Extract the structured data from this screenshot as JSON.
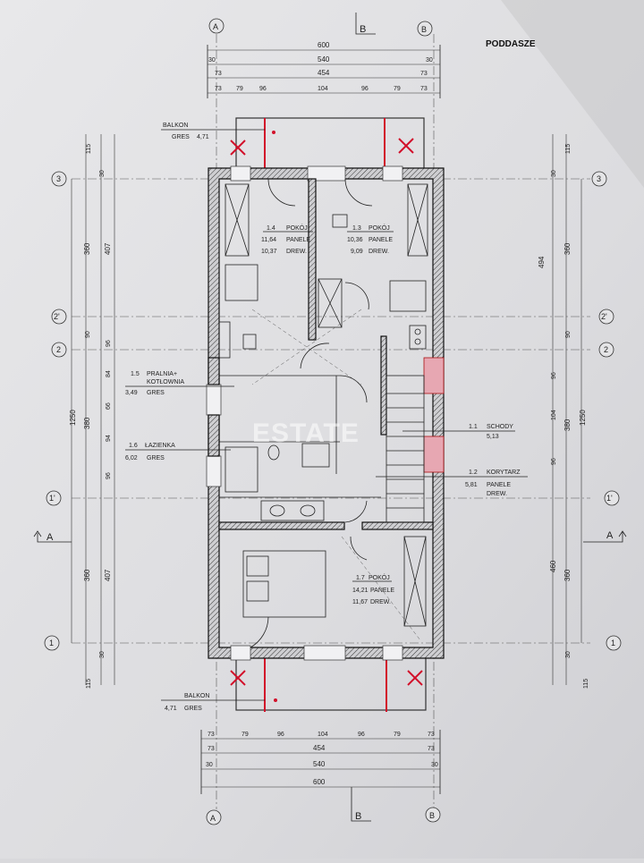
{
  "sheet_title": "PODDASZE",
  "watermark": "ESTATE",
  "axes": {
    "vertical": [
      "A",
      "B"
    ],
    "horizontal": [
      "3",
      "2'",
      "2",
      "1'",
      "1"
    ]
  },
  "sections": {
    "b_marker": "B",
    "a_marker": "A"
  },
  "dims_top": {
    "total": "600",
    "inner": "540",
    "inner_left": "30",
    "inner_right": "30",
    "clear": "454",
    "clear_left": "73",
    "clear_right": "73",
    "segments": [
      "73",
      "79",
      "96",
      "104",
      "96",
      "79",
      "73"
    ]
  },
  "dims_bottom": {
    "segments": [
      "73",
      "79",
      "96",
      "104",
      "96",
      "79",
      "73"
    ],
    "clear": "454",
    "clear_left": "73",
    "clear_right": "73",
    "inner": "540",
    "inner_left": "30",
    "inner_right": "30",
    "total": "600"
  },
  "dims_left": {
    "top_ext": "115",
    "w30_top": "30",
    "d360_top": "360",
    "d407_top": "407",
    "d90": "90",
    "d96_a": "96",
    "d84": "84",
    "d66": "66",
    "d380": "380",
    "d94": "94",
    "d96_b": "96",
    "d360_bot": "360",
    "d407_bot": "407",
    "w30_bot": "30",
    "bot_ext": "115",
    "total": "1250"
  },
  "dims_right": {
    "top_ext": "115",
    "w30_top": "30",
    "d360_top": "360",
    "d494": "494",
    "d90": "90",
    "d96_a": "96",
    "d104": "104",
    "d380": "380",
    "d96_b": "96",
    "d460": "460",
    "d360_bot": "360",
    "w30_bot": "30",
    "bot_ext": "115",
    "total": "1250"
  },
  "rooms": [
    {
      "no": "1.4",
      "name": "POKÓJ",
      "area1": "11,64",
      "area2": "10,37",
      "floor1": "PANELE",
      "floor2": "DREW."
    },
    {
      "no": "1.3",
      "name": "POKÓJ",
      "area1": "10,36",
      "area2": "9,09",
      "floor1": "PANELE",
      "floor2": "DREW."
    },
    {
      "no": "1.7",
      "name": "POKÓJ",
      "area1": "14,21",
      "area2": "11,67",
      "floor1": "PANELE",
      "floor2": "DREW."
    }
  ],
  "labels": {
    "balkon_top": {
      "name": "BALKON",
      "floor": "GRES",
      "area": "4,71"
    },
    "balkon_bottom": {
      "name": "BALKON",
      "floor": "GRES",
      "area": "4,71"
    },
    "pralnia": {
      "no": "1.5",
      "name1": "PRALNIA+",
      "name2": "KOTŁOWNIA",
      "area": "3,49",
      "floor": "GRES"
    },
    "lazienka": {
      "no": "1.6",
      "name": "ŁAZIENKA",
      "area": "6,02",
      "floor": "GRES"
    },
    "schody": {
      "no": "1.1",
      "name": "SCHODY",
      "area": "5,13"
    },
    "korytarz": {
      "no": "1.2",
      "name": "KORYTARZ",
      "area": "5,81",
      "floor1": "PANELE",
      "floor2": "DREW."
    }
  }
}
